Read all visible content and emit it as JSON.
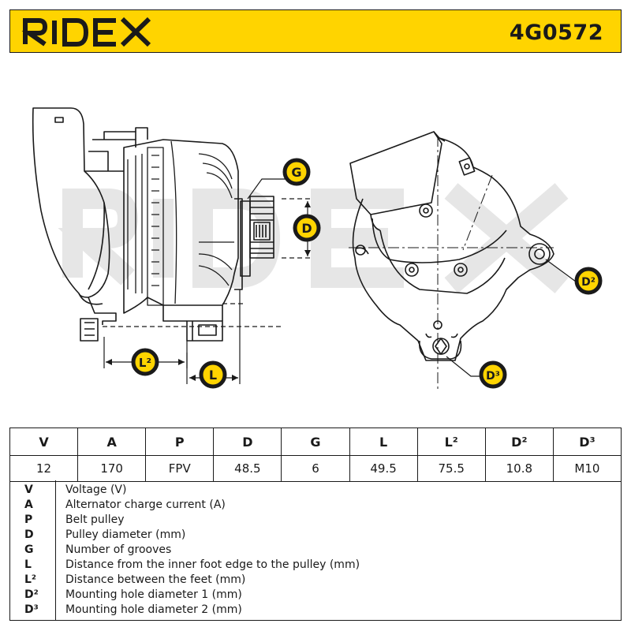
{
  "header": {
    "brand": "RIDEX",
    "part_number": "4G0572"
  },
  "drawing": {
    "callouts": [
      {
        "key": "g",
        "label": "G"
      },
      {
        "key": "d",
        "label": "D"
      },
      {
        "key": "l2",
        "label": "L²"
      },
      {
        "key": "l",
        "label": "L"
      },
      {
        "key": "d2",
        "label": "D²"
      },
      {
        "key": "d3",
        "label": "D³"
      }
    ]
  },
  "specs": {
    "headers": [
      "V",
      "A",
      "P",
      "D",
      "G",
      "L",
      "L²",
      "D²",
      "D³"
    ],
    "values": [
      "12",
      "170",
      "FPV",
      "48.5",
      "6",
      "49.5",
      "75.5",
      "10.8",
      "M10"
    ]
  },
  "legend": [
    {
      "key": "V",
      "desc": "Voltage (V)"
    },
    {
      "key": "A",
      "desc": "Alternator charge current (A)"
    },
    {
      "key": "P",
      "desc": "Belt pulley"
    },
    {
      "key": "D",
      "desc": "Pulley diameter (mm)"
    },
    {
      "key": "G",
      "desc": "Number of grooves"
    },
    {
      "key": "L",
      "desc": "Distance from the inner foot edge to the pulley (mm)"
    },
    {
      "key": "L²",
      "desc": "Distance between the feet (mm)"
    },
    {
      "key": "D²",
      "desc": "Mounting hole diameter 1 (mm)"
    },
    {
      "key": "D³",
      "desc": "Mounting hole diameter 2 (mm)"
    }
  ],
  "colors": {
    "accent": "#ffd400",
    "ink": "#1a1a1a",
    "watermark": "#e6e6e6"
  }
}
